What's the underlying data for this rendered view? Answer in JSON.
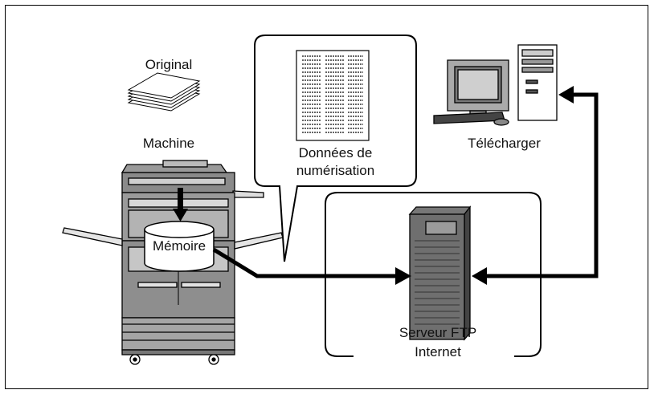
{
  "labels": {
    "original": "Original",
    "machine": "Machine",
    "scan_data_line1": "Données de",
    "scan_data_line2": "numérisation",
    "download": "Télécharger",
    "memory": "Mémoire",
    "ftp_server": "Serveur FTP",
    "internet": "Internet"
  },
  "colors": {
    "line": "#000000",
    "device_gray": "#8c8c8c",
    "server_dark": "#555555"
  }
}
